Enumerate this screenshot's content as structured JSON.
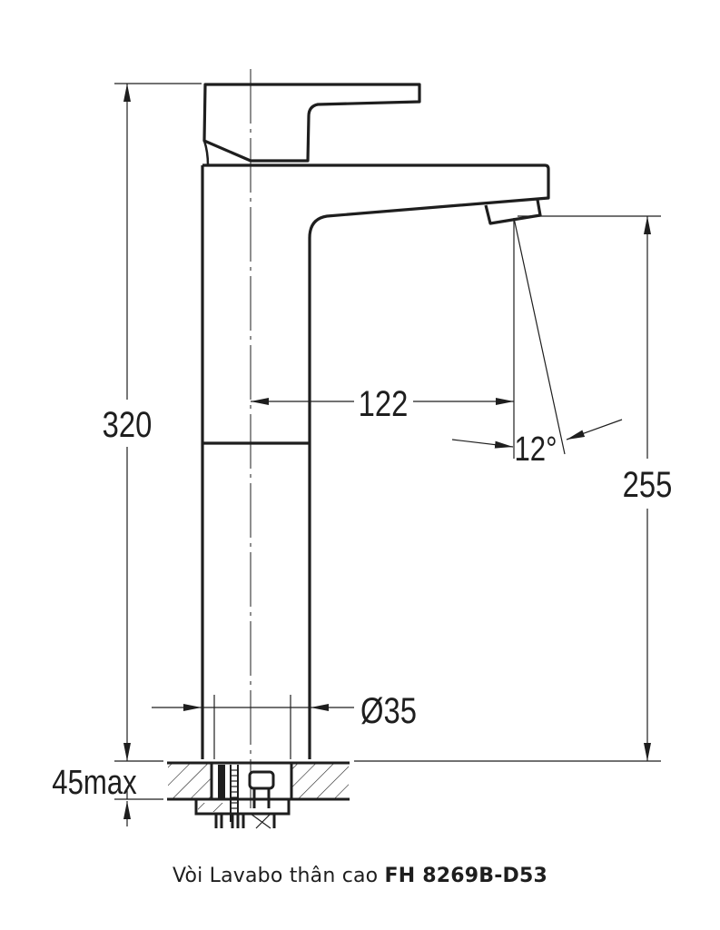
{
  "drawing": {
    "type": "technical-dimension-drawing",
    "subject": "tall basin faucet",
    "line_color": "#1e1e1e",
    "dimensions": {
      "total_height": "320",
      "spout_reach": "122",
      "spout_angle": "12°",
      "spout_height": "255",
      "body_diameter": "Ø35",
      "deck_thickness": "45max"
    }
  },
  "caption": {
    "product_name": "Vòi Lavabo thân cao",
    "model_code": "FH 8269B-D53"
  }
}
